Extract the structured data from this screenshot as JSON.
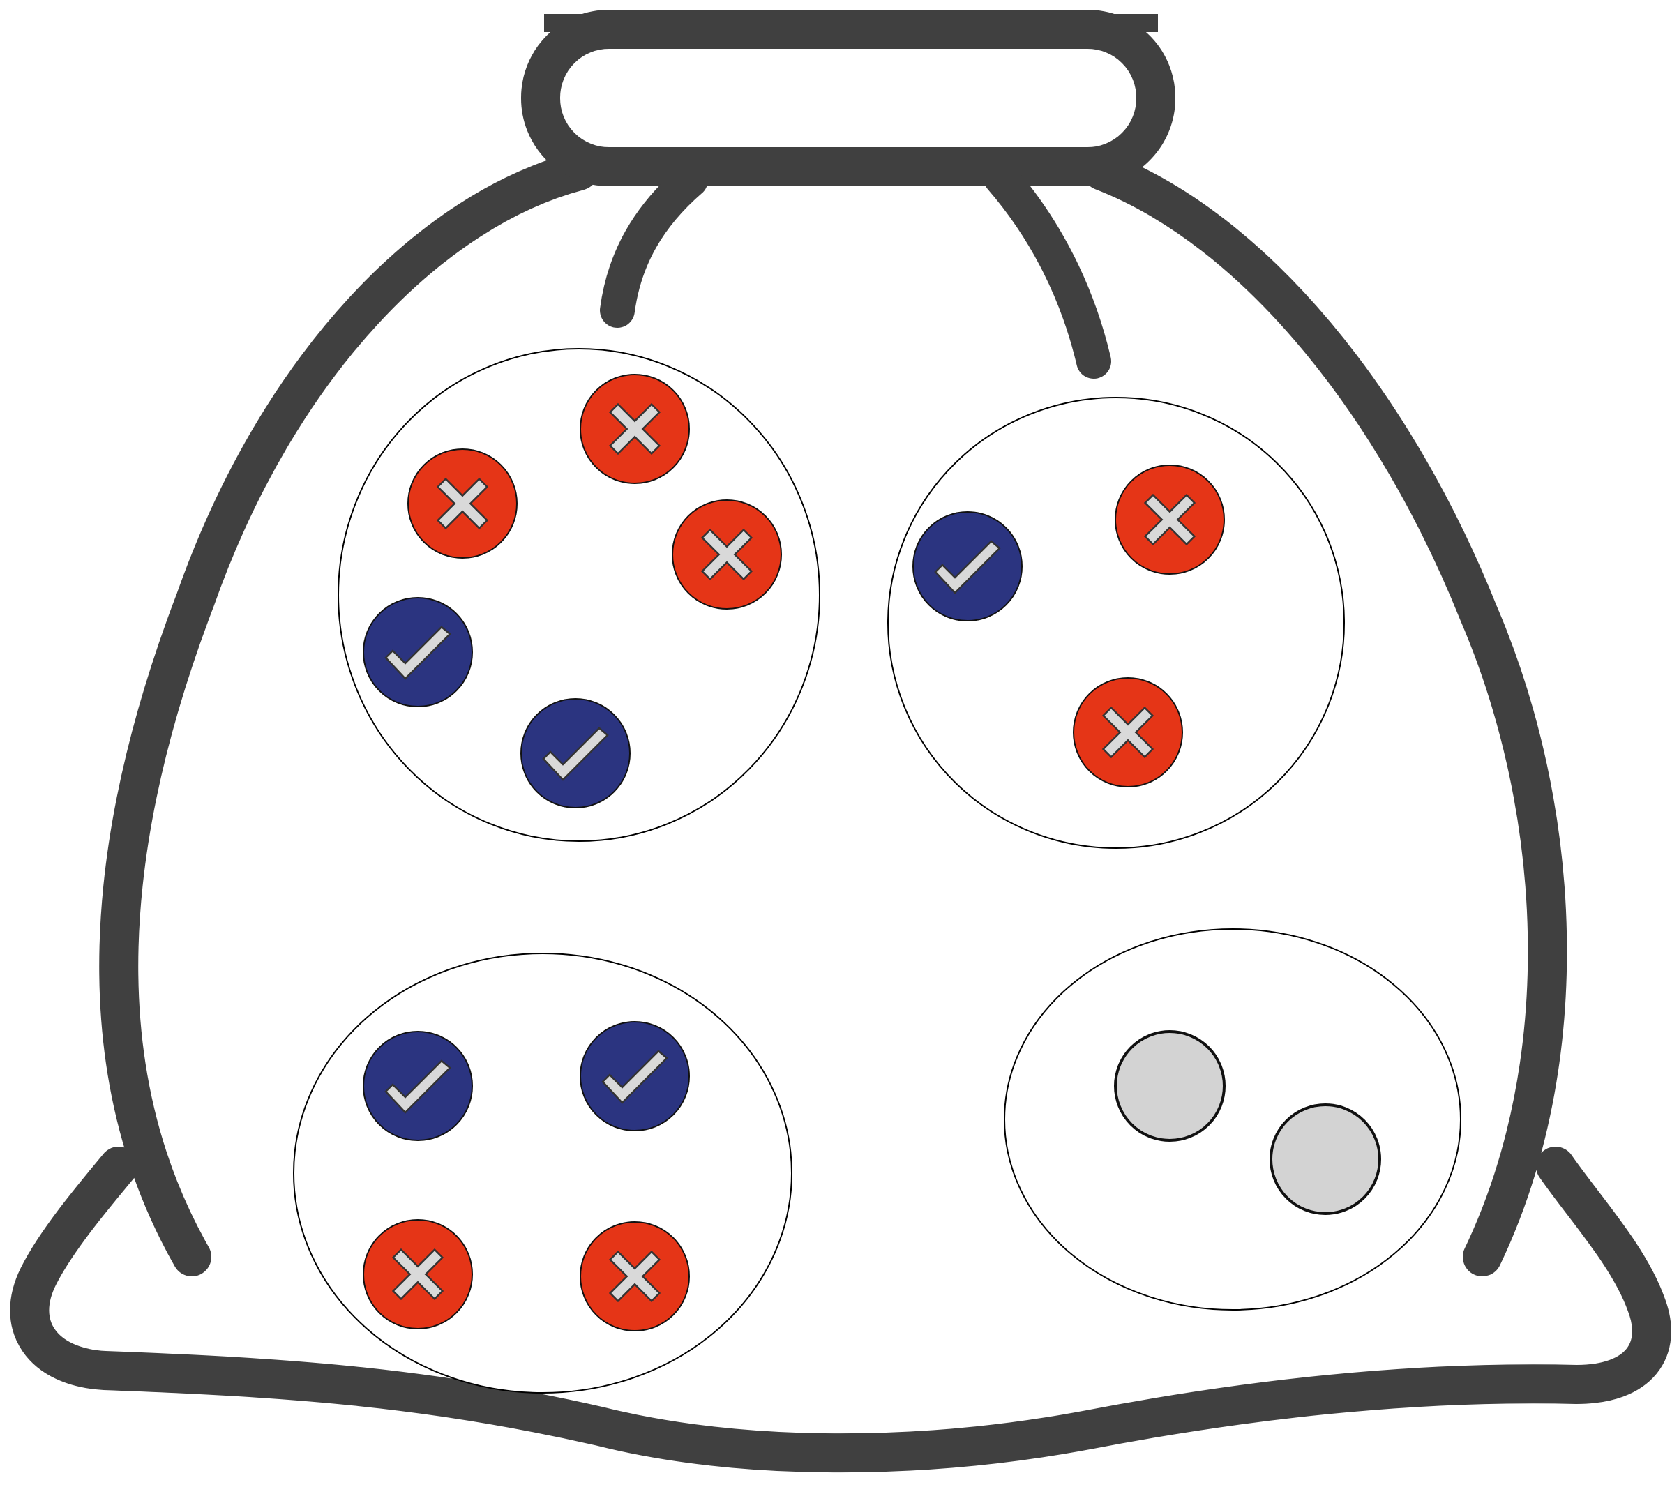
{
  "colors": {
    "bag_outline": "#404040",
    "background": "#ffffff",
    "group_outline": "#000000",
    "check_ball": "#2b3480",
    "cross_ball": "#e53517",
    "blank_ball": "#d3d3d3",
    "mark_fill": "#d9d9d9"
  },
  "icons": {
    "container": "sack-icon",
    "check": "check-mark-icon",
    "cross": "cross-mark-icon",
    "blank": "blank-ball-icon"
  },
  "groups": [
    {
      "id": "group-top-left",
      "balls": [
        {
          "kind": "cross"
        },
        {
          "kind": "cross"
        },
        {
          "kind": "cross"
        },
        {
          "kind": "check"
        },
        {
          "kind": "check"
        }
      ]
    },
    {
      "id": "group-top-right",
      "balls": [
        {
          "kind": "check"
        },
        {
          "kind": "cross"
        },
        {
          "kind": "cross"
        }
      ]
    },
    {
      "id": "group-bottom-left",
      "balls": [
        {
          "kind": "check"
        },
        {
          "kind": "check"
        },
        {
          "kind": "cross"
        },
        {
          "kind": "cross"
        }
      ]
    },
    {
      "id": "group-bottom-right",
      "balls": [
        {
          "kind": "blank"
        },
        {
          "kind": "blank"
        }
      ]
    }
  ]
}
